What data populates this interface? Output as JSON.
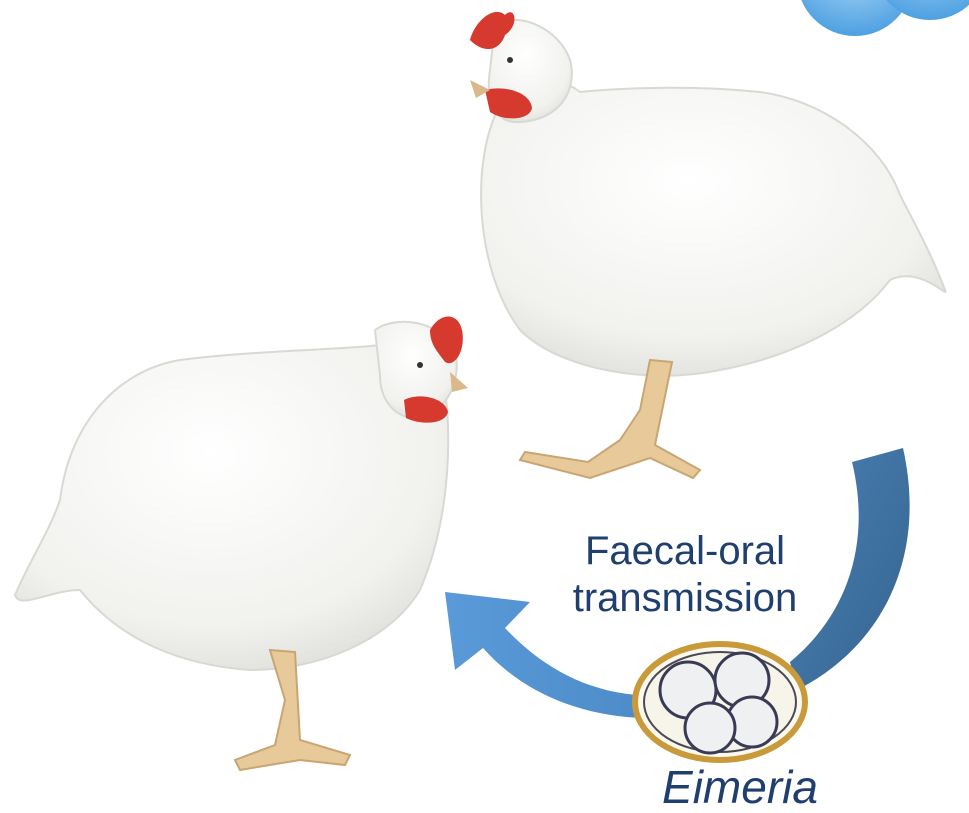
{
  "labels": {
    "transmission_line1": "Faecal-oral",
    "transmission_line2": "transmission",
    "oocyst_label": "Eimeria"
  },
  "colors": {
    "arrow_light": "#5b9bd5",
    "arrow_dark": "#41719c",
    "text": "#1f3f6e",
    "bubble": "#4fa6e8",
    "comb": "#d6392d",
    "feather": "#f4f4f2",
    "shank": "#e8c99a",
    "oocyst_wall": "#c99a3a"
  },
  "icons": {
    "chicken_right": "broiler-chicken-icon",
    "chicken_left": "broiler-chicken-icon",
    "oocyst": "eimeria-oocyst-icon",
    "bubble": "bubble-icon"
  }
}
